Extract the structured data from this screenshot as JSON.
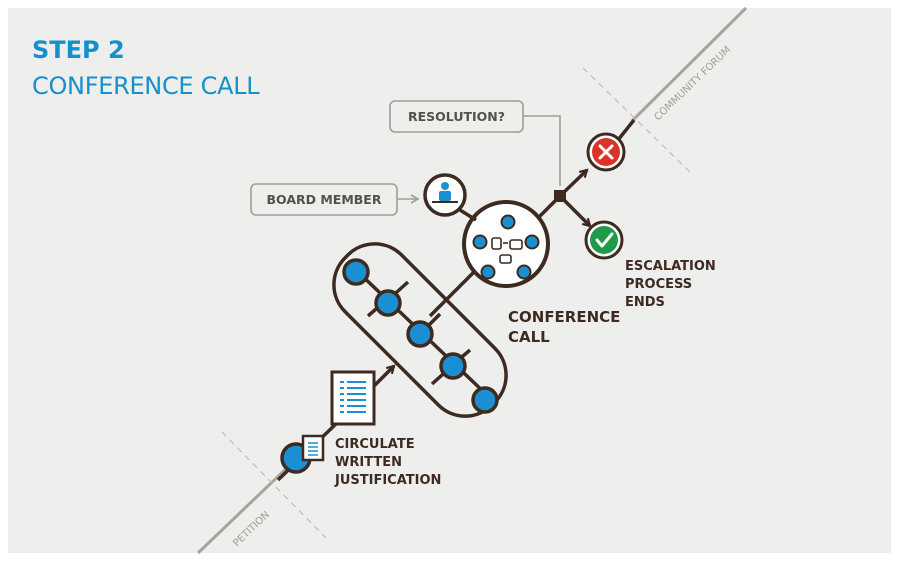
{
  "title": {
    "step": "STEP 2",
    "name": "CONFERENCE CALL"
  },
  "labels": {
    "resolution": "RESOLUTION?",
    "board_member": "BOARD MEMBER",
    "conference_call": [
      "CONFERENCE",
      "CALL"
    ],
    "circulate": [
      "CIRCULATE",
      "WRITTEN",
      "JUSTIFICATION"
    ],
    "escalation": [
      "ESCALATION",
      "PROCESS",
      "ENDS"
    ],
    "community_forum": "COMMUNITY FORUM",
    "petition": "PETITION"
  },
  "colors": {
    "accent_blue": "#1590cd",
    "node_blue": "#1b8fd2",
    "dark_brown": "#3d2a20",
    "fail_red": "#d9332c",
    "success_green": "#1e9a49",
    "background": "#eeeeec",
    "box_border": "#a09c97"
  },
  "icons": {
    "fail": "x-circle-icon",
    "success": "check-circle-icon",
    "board_member": "person-at-desk-icon",
    "document": "document-icon",
    "chat": "chat-bubbles-icon"
  }
}
